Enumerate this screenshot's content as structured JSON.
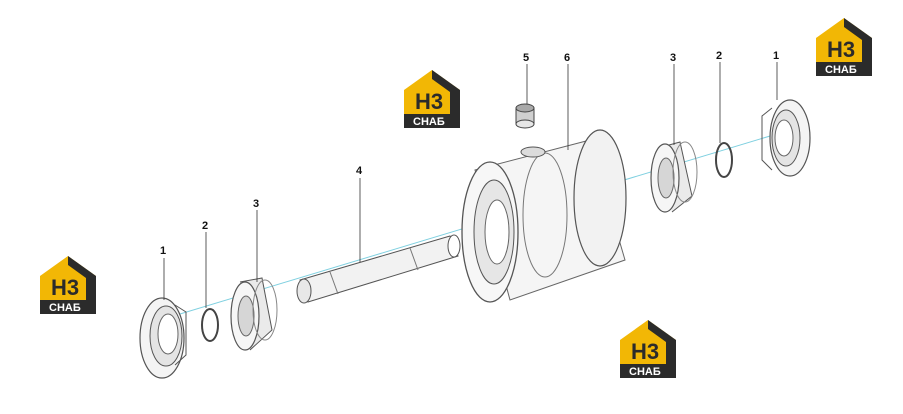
{
  "callouts": {
    "left_flange": "1",
    "left_oring": "2",
    "left_bearing": "3",
    "shaft": "4",
    "plug": "5",
    "roller_body": "6",
    "right_bearing": "3",
    "right_oring": "2",
    "right_flange": "1"
  },
  "watermark": {
    "letters": "H3",
    "brand": "СНАБ"
  },
  "colors": {
    "logo_yellow": "#f2b705",
    "logo_dark": "#2b2b2b",
    "axis_line": "#7fd0e0",
    "part_stroke": "#555555"
  }
}
